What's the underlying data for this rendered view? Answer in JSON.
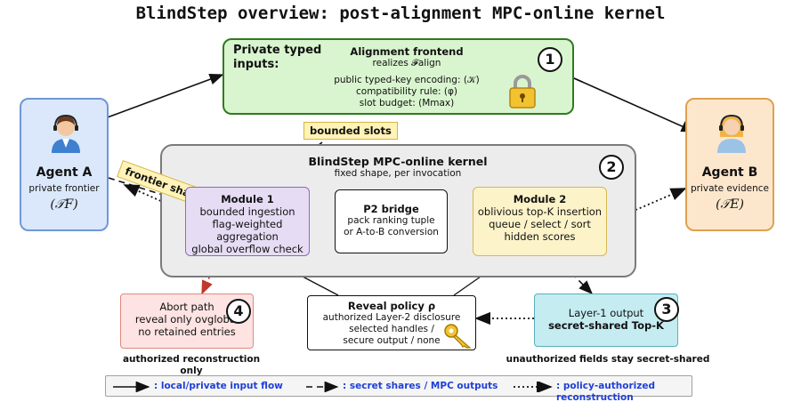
{
  "title": "BlindStep overview: post-alignment MPC-online kernel",
  "frontend": {
    "left_label": "Private typed inputs:",
    "heading": "Alignment frontend",
    "sub": "realizes 𝓕align",
    "line1": "public typed-key encoding: (𝒦)",
    "line2": "compatibility rule: (φ)",
    "line3": "slot budget: (Mmax)",
    "num": "1"
  },
  "bounded_slots": "bounded slots",
  "agent_a": {
    "name": "Agent A",
    "role": "private frontier",
    "symbol": "(𝒯F)"
  },
  "agent_b": {
    "name": "Agent B",
    "role": "private evidence",
    "symbol": "(𝒯E)"
  },
  "frontier_shares": "frontier shares",
  "kernel": {
    "title": "BlindStep MPC-online kernel",
    "sub": "fixed shape, per invocation",
    "num": "2"
  },
  "module1": {
    "title": "Module 1",
    "l1": "bounded ingestion",
    "l2": "flag-weighted aggregation",
    "l3": "global overflow check"
  },
  "p2": {
    "title": "P2 bridge",
    "l1": "pack ranking tuple",
    "l2": "or A-to-B conversion"
  },
  "module2": {
    "title": "Module 2",
    "l1": "oblivious top-K insertion",
    "l2": "queue / select / sort",
    "l3": "hidden scores"
  },
  "abort": {
    "l1": "Abort path",
    "l2": "reveal only ovglobal",
    "l3": "no retained entries",
    "num": "4",
    "caption": "authorized reconstruction only"
  },
  "reveal": {
    "title": "Reveal policy ρ",
    "l1": "authorized Layer-2 disclosure",
    "l2": "selected handles /",
    "l3": "secure output / none"
  },
  "layer1": {
    "l1": "Layer-1 output",
    "l2": "secret-shared Top-K",
    "num": "3",
    "caption": "unauthorized fields stay secret-shared"
  },
  "legend": {
    "solid": ": local/private input flow",
    "dashed": ": secret shares / MPC outputs",
    "dotted": ": policy-authorized reconstruction",
    "label_color": "#1f3fd6"
  },
  "colors": {
    "frontend_fill": "#d9f5cf",
    "frontend_border": "#2f7a1f",
    "agent_a_fill": "#dbe8fb",
    "agent_a_border": "#6f97d6",
    "agent_b_fill": "#fde7cc",
    "agent_b_border": "#e0a050",
    "module1_fill": "#e6dcf4",
    "module2_fill": "#fdf3c9",
    "abort_fill": "#fde3e1",
    "layer1_fill": "#c4ecf1",
    "tag_fill": "#fff3b8",
    "abort_arrow": "#c0392b"
  }
}
